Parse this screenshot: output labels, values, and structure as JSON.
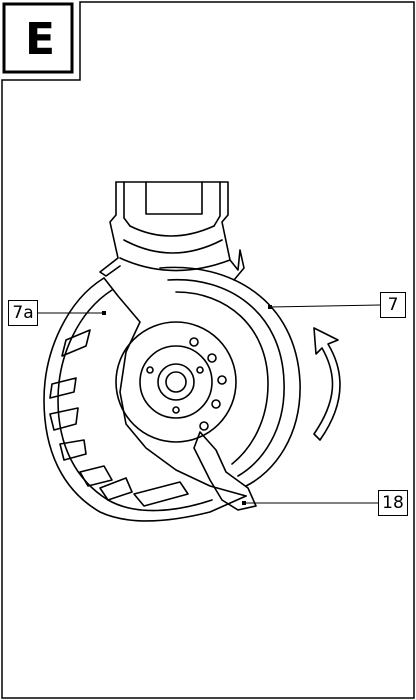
{
  "figure": {
    "section_letter": "E",
    "callouts": {
      "part_7a": "7a",
      "part_7": "7",
      "part_18": "18"
    }
  }
}
